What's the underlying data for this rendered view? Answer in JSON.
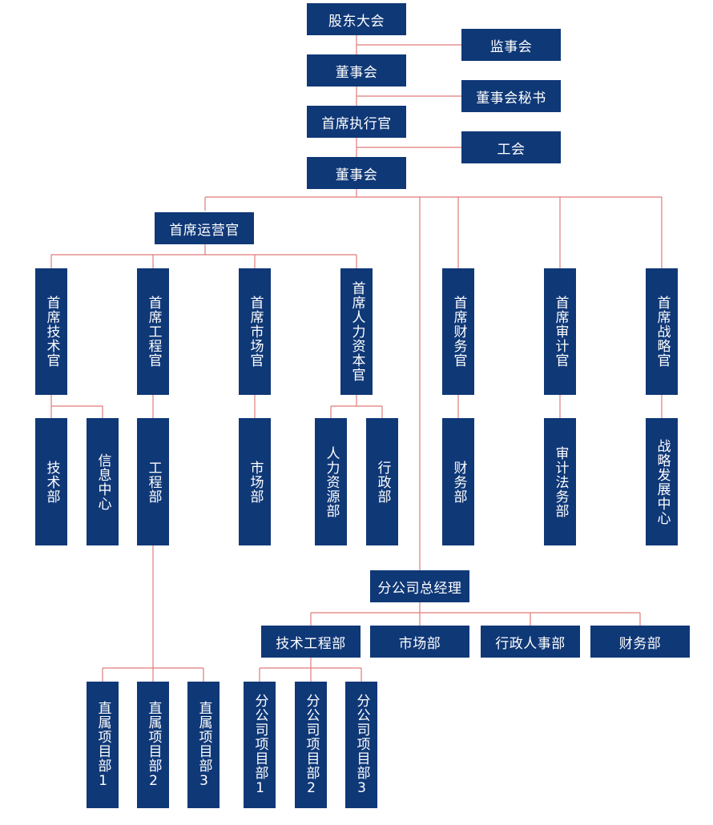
{
  "nodes": {
    "shareholders": "股东大会",
    "supervisors": "监事会",
    "board1": "董事会",
    "board_secretary": "董事会秘书",
    "ceo": "首席执行官",
    "union": "工会",
    "board2": "董事会",
    "coo": "首席运营官",
    "cto": "首席技术官",
    "cengo": "首席工程官",
    "cmo": "首席市场官",
    "chro": "首席人力资本官",
    "cfo": "首席财务官",
    "cao": "首席审计官",
    "cso": "首席战略官",
    "tech_dept": "技术部",
    "info_center": "信息中心",
    "eng_dept": "工程部",
    "market_dept": "市场部",
    "hr_dept": "人力资源部",
    "admin_dept": "行政部",
    "finance_dept": "财务部",
    "audit_legal_dept": "审计法务部",
    "strategy_center": "战略发展中心",
    "branch_gm": "分公司总经理",
    "branch_tech_eng": "技术工程部",
    "branch_market": "市场部",
    "branch_admin_hr": "行政人事部",
    "branch_finance": "财务部",
    "direct_proj_1": "直属项目部1",
    "direct_proj_2": "直属项目部2",
    "direct_proj_3": "直属项目部3",
    "branch_proj_1": "分公司项目部1",
    "branch_proj_2": "分公司项目部2",
    "branch_proj_3": "分公司项目部3"
  },
  "colors": {
    "box": "#0f3877",
    "text": "#ffffff",
    "connector": "#e07b7b"
  }
}
